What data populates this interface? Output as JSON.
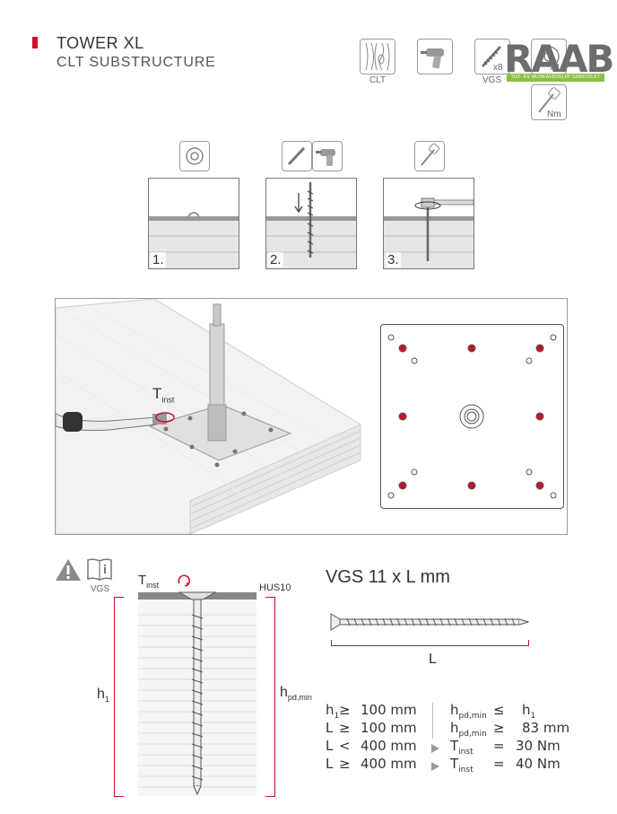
{
  "header": {
    "title": "TOWER XL",
    "subtitle": "CLT SUBSTRUCTURE"
  },
  "tool_icons": {
    "clt_label": "CLT",
    "vgs_label": "VGS",
    "x8_left": "x8",
    "x8_right": "x8",
    "nm_label": "Nm"
  },
  "logo": {
    "name": "RAAB",
    "tagline": "TŰZ- ÉS MUNKAVÉDELMI SZAKÜZLET"
  },
  "steps": [
    {
      "label": "1."
    },
    {
      "label": "2."
    },
    {
      "label": "3."
    }
  ],
  "diagram": {
    "torque_label": "T",
    "torque_sub": "inst"
  },
  "warning": {
    "book_label": "VGS"
  },
  "section": {
    "tinst": "T",
    "tinst_sub": "inst",
    "hus": "HUS10",
    "h1": "h",
    "h1_sub": "1",
    "hpd": "h",
    "hpd_sub": "pd,min"
  },
  "screw": {
    "title": "VGS 11 x L mm",
    "length_label": "L"
  },
  "specs": [
    {
      "a": "h",
      "a_sub": "1",
      "op": "≥",
      "val": "100 mm",
      "b": "h",
      "b_sub": "pd,min",
      "op2": "≤",
      "res": "h",
      "res_sub": "1"
    },
    {
      "a": "L",
      "a_sub": "",
      "op": "≥",
      "val": "100 mm",
      "b": "h",
      "b_sub": "pd,min",
      "op2": "≥",
      "res": "83 mm",
      "res_sub": ""
    },
    {
      "a": "L",
      "a_sub": "",
      "op": "<",
      "val": "400 mm",
      "b": "T",
      "b_sub": "inst",
      "op2": "=",
      "res": "30 Nm",
      "res_sub": ""
    },
    {
      "a": "L",
      "a_sub": "",
      "op": "≥",
      "val": "400 mm",
      "b": "T",
      "b_sub": "inst",
      "op2": "=",
      "res": "40 Nm",
      "res_sub": ""
    }
  ],
  "colors": {
    "accent_red": "#c8102e",
    "logo_green": "#8bbf3f"
  }
}
